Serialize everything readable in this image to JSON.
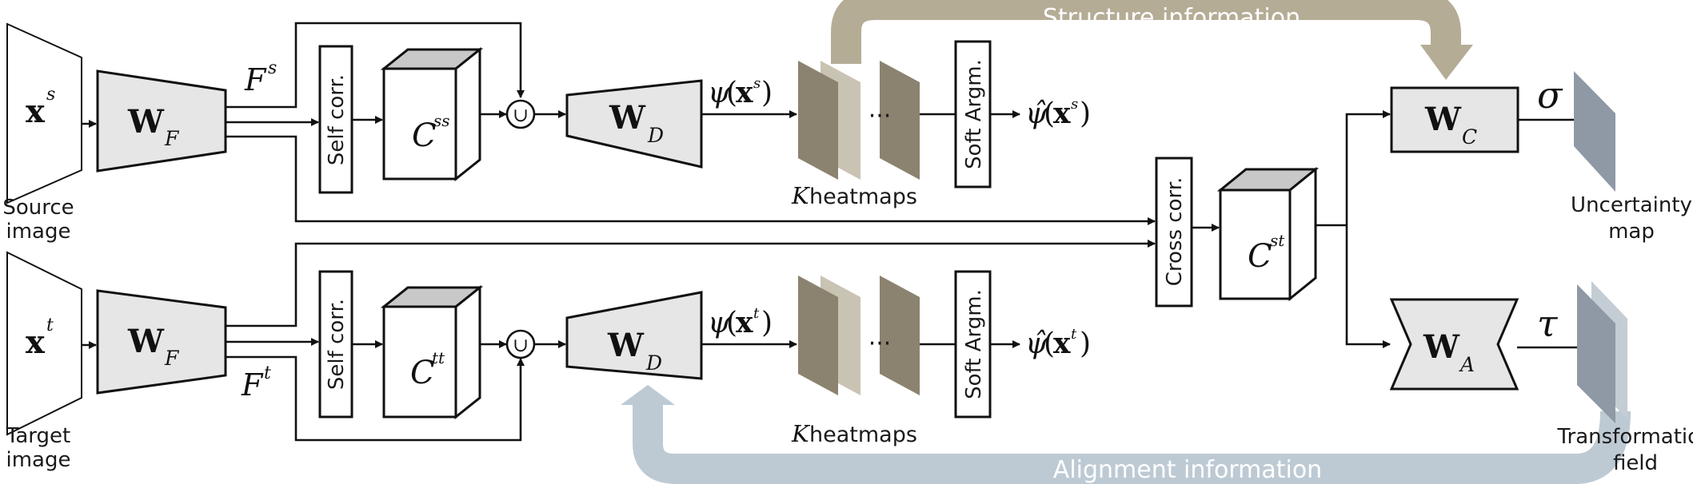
{
  "source": {
    "input_symbol": "x",
    "input_sup": "s",
    "label_line1": "Source",
    "label_line2": "image",
    "feature": "F",
    "feature_sup": "s"
  },
  "target": {
    "input_symbol": "x",
    "input_sup": "t",
    "label_line1": "Target",
    "label_line2": "image",
    "feature": "F",
    "feature_sup": "t"
  },
  "encoder": {
    "symbol": "W",
    "sub": "F"
  },
  "decoder": {
    "symbol": "W",
    "sub": "D"
  },
  "self_corr": "Self corr.",
  "cross_corr": "Cross corr.",
  "soft_argmax": "Soft Argm.",
  "union_symbol": "∪",
  "cost_ss": {
    "symbol": "C",
    "sup": "ss"
  },
  "cost_tt": {
    "symbol": "C",
    "sup": "tt"
  },
  "cost_st": {
    "symbol": "C",
    "sup": "st"
  },
  "psi": "ψ",
  "psi_hat": "ψ̂",
  "heatmaps_k": "K",
  "heatmaps_label": "heatmaps",
  "dots": "···",
  "conf_net": {
    "symbol": "W",
    "sub": "C",
    "output": "σ",
    "label_line1": "Uncertainty",
    "label_line2": "map"
  },
  "align_net": {
    "symbol": "W",
    "sub": "A",
    "output": "τ",
    "label_line1": "Transformation",
    "label_line2": "field"
  },
  "structure_band": "Structure information",
  "alignment_band": "Alignment information",
  "colors": {
    "structure": "#b5ac96",
    "alignment": "#bdcad4",
    "heatmap": "#8b8370",
    "output_map": "#8e99a5",
    "module_fill": "#e6e6e6",
    "cube_top": "#c8c8c8"
  }
}
